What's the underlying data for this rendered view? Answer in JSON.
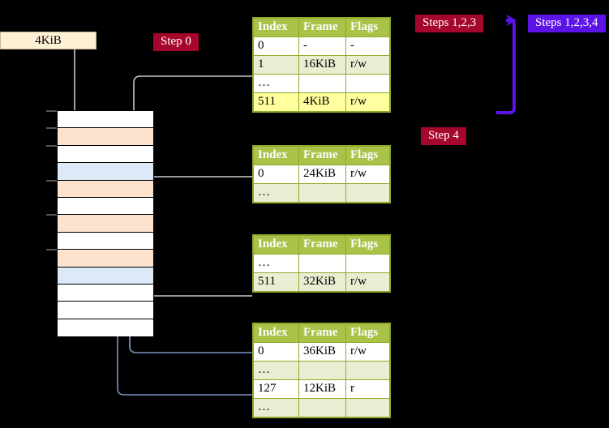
{
  "diagram": {
    "title_hidden": "",
    "colors": {
      "table_header_green": "#a9c348",
      "table_row_tint": "#e9eed2",
      "highlight_yellow": "#ffffa0",
      "badge_red": "#a5062c",
      "badge_blue": "#5b13e8",
      "mem_orange": "#fde3cd",
      "mem_blue": "#dce9f7",
      "vaddr_cream": "#fdf0d5",
      "wire_gray": "#c8c8c8",
      "wire_blue": "#7a93c6",
      "arrow_blue": "#5b13e8"
    }
  },
  "vaddr": {
    "label": "4KiB"
  },
  "badges": {
    "step0": "Step 0",
    "steps123": "Steps 1,2,3",
    "steps1234": "Steps 1,2,3,4",
    "step4": "Step 4"
  },
  "memory": {
    "rows": [
      {
        "fill": "white",
        "tick": true
      },
      {
        "fill": "orange",
        "tick": true
      },
      {
        "fill": "white",
        "tick": true
      },
      {
        "fill": "blue",
        "tick": false
      },
      {
        "fill": "orange",
        "tick": true
      },
      {
        "fill": "white",
        "tick": false
      },
      {
        "fill": "orange",
        "tick": true
      },
      {
        "fill": "white",
        "tick": false
      },
      {
        "fill": "orange",
        "tick": true
      },
      {
        "fill": "blue",
        "tick": false
      },
      {
        "fill": "white",
        "tick": false
      },
      {
        "fill": "white",
        "tick": false
      },
      {
        "fill": "white",
        "tick": false
      }
    ]
  },
  "tables": [
    {
      "id": "pml4",
      "headers": {
        "index": "Index",
        "frame": "Frame",
        "flags": "Flags"
      },
      "rows": [
        {
          "index": "0",
          "frame": "-",
          "flags": "-",
          "style": "row-white"
        },
        {
          "index": "1",
          "frame": "16KiB",
          "flags": "r/w",
          "style": "row-tint"
        },
        {
          "index": "…",
          "frame": "",
          "flags": "",
          "style": "row-white"
        },
        {
          "index": "511",
          "frame": "4KiB",
          "flags": "r/w",
          "style": "row-hl"
        }
      ]
    },
    {
      "id": "pdpt",
      "headers": {
        "index": "Index",
        "frame": "Frame",
        "flags": "Flags"
      },
      "rows": [
        {
          "index": "0",
          "frame": "24KiB",
          "flags": "r/w",
          "style": "row-white"
        },
        {
          "index": "…",
          "frame": "",
          "flags": "",
          "style": "row-tint"
        }
      ]
    },
    {
      "id": "pd",
      "headers": {
        "index": "Index",
        "frame": "Frame",
        "flags": "Flags"
      },
      "rows": [
        {
          "index": "…",
          "frame": "",
          "flags": "",
          "style": "row-white"
        },
        {
          "index": "511",
          "frame": "32KiB",
          "flags": "r/w",
          "style": "row-tint"
        }
      ]
    },
    {
      "id": "pt",
      "headers": {
        "index": "Index",
        "frame": "Frame",
        "flags": "Flags"
      },
      "rows": [
        {
          "index": "0",
          "frame": "36KiB",
          "flags": "r/w",
          "style": "row-white"
        },
        {
          "index": "…",
          "frame": "",
          "flags": "",
          "style": "row-tint"
        },
        {
          "index": "127",
          "frame": "12KiB",
          "flags": "r",
          "style": "row-white"
        },
        {
          "index": "…",
          "frame": "",
          "flags": "",
          "style": "row-tint"
        }
      ]
    }
  ]
}
